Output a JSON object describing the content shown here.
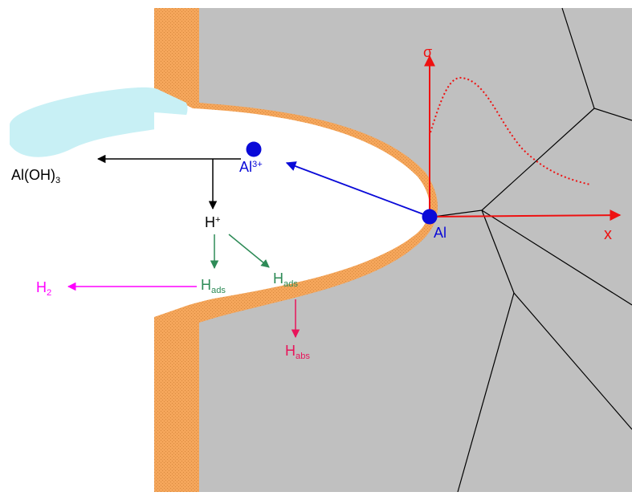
{
  "labels": {
    "aloh3": {
      "base": "Al(OH)",
      "sub": "3"
    },
    "al3plus": {
      "base": "Al",
      "sup": "3+"
    },
    "hplus": {
      "base": "H",
      "sup": "+"
    },
    "hads_left": {
      "base": "H",
      "sub": "ads"
    },
    "hads_right": {
      "base": "H",
      "sub": "ads"
    },
    "h2": {
      "base": "H",
      "sub": "2"
    },
    "habs": {
      "base": "H",
      "sub": "abs"
    },
    "al": "Al",
    "sigma": "σ",
    "x": "x"
  },
  "colors": {
    "metal": "#c0c0c0",
    "oxide_layer": "#f5a65b",
    "hydroxide_deposit": "#c8f0f5",
    "ion_blue": "#0a0ad8",
    "axis_red": "#ee1111",
    "hydrogen_green": "#2e8b57",
    "h2_magenta": "#ff00ff",
    "habs_crimson": "#e8145a",
    "grain_boundary": "#000000"
  }
}
